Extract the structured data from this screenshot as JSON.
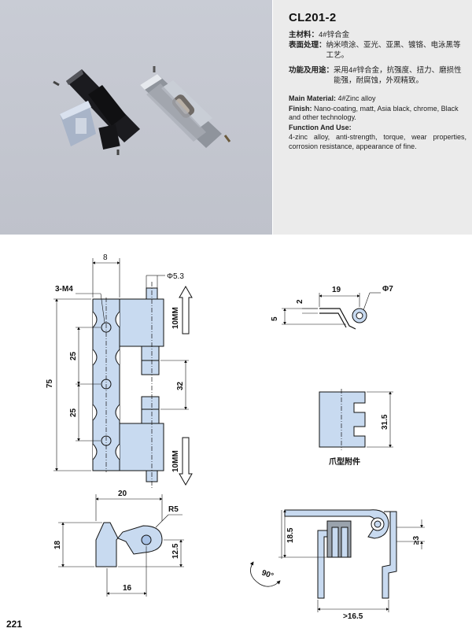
{
  "product": {
    "model": "CL201-2",
    "cn": {
      "material_label": "主材料：",
      "material_value": "4#锌合金",
      "finish_label": "表面处理：",
      "finish_value": "纳米喷涂、亚光、亚黑、镀铬、电泳黑等工艺。",
      "function_label": "功能及用途：",
      "function_value": "采用4#锌合金，抗强度、扭力、磨损性能强，耐腐蚀，外观精致。"
    },
    "en": {
      "material_label": "Main Material:",
      "material_value": "4#Zinc alloy",
      "finish_label": "Finish:",
      "finish_value": "Nano-coating, matt, Asia black, chrome, Black and other technology.",
      "function_label": "Function And Use:",
      "function_value": "4-zinc alloy, anti-strength, torque, wear properties, corrosion resistance, appearance of fine."
    }
  },
  "drawing": {
    "front_view": {
      "top_width": "8",
      "pin_dia": "Φ5.3",
      "holes": "3-M4",
      "travel_top": "10MM",
      "travel_bottom": "10MM",
      "pitch_upper": "25",
      "pitch_lower": "25",
      "total_height": "75",
      "gap": "32"
    },
    "side_view": {
      "width": "19",
      "dia": "Φ7",
      "thickness": "2",
      "height": "5"
    },
    "claw": {
      "height": "31.5",
      "caption": "爪型附件"
    },
    "bracket": {
      "width": "20",
      "radius": "R5",
      "height": "18",
      "offset": "12.5",
      "base": "16"
    },
    "assembly": {
      "height": "18.5",
      "clearance": "≥3",
      "angle": "90°",
      "width": ">16.5"
    }
  },
  "page_number": "221"
}
